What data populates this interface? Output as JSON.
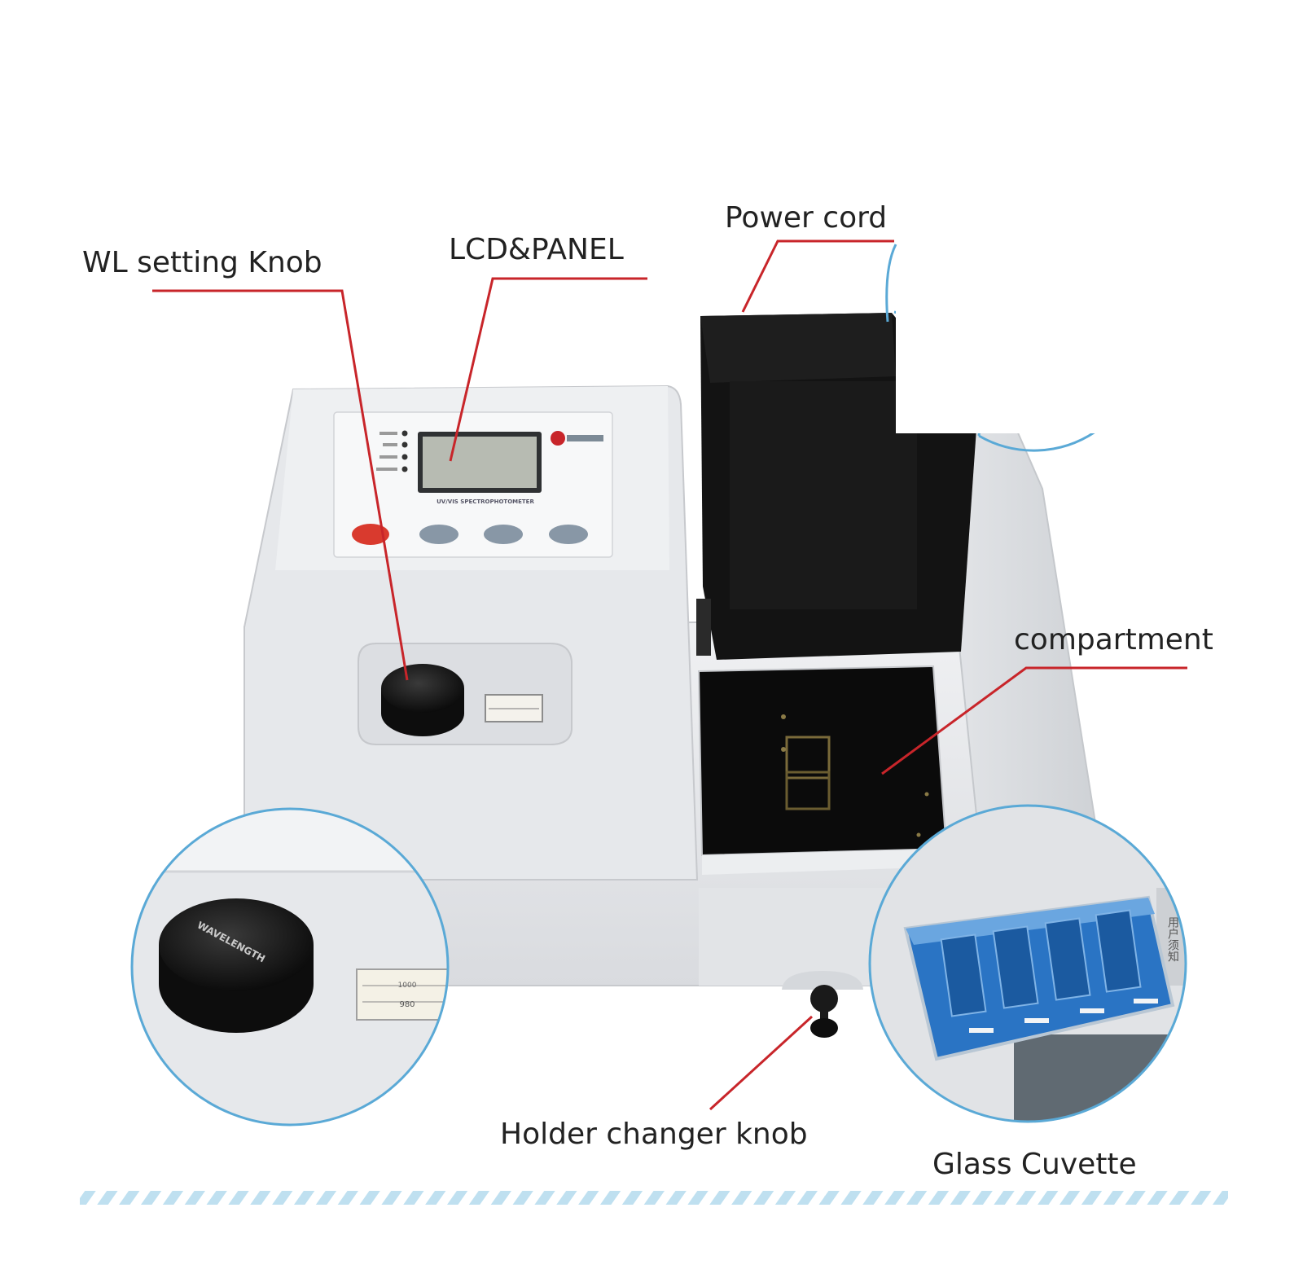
{
  "labels": {
    "wl_knob": "WL setting Knob",
    "lcd_panel": "LCD&PANEL",
    "power_cord": "Power cord",
    "compartment": "compartment",
    "holder_knob": "Holder changer knob",
    "glass_cuvette": "Glass Cuvette"
  },
  "device": {
    "panel_text": "UV/VIS SPECTROPHOTOMETER",
    "knob_text": "WAVELENGTH",
    "scale_values": [
      "1000",
      "980"
    ],
    "side_text": "用户须知"
  },
  "colors": {
    "leader_line": "#c8252a",
    "zoom_ring": "#5aa9d6",
    "device_body": "#e7e9ec",
    "lid": "#121212",
    "cuvette_case": "#2a74c4",
    "stripe": "#bfe0f0"
  }
}
